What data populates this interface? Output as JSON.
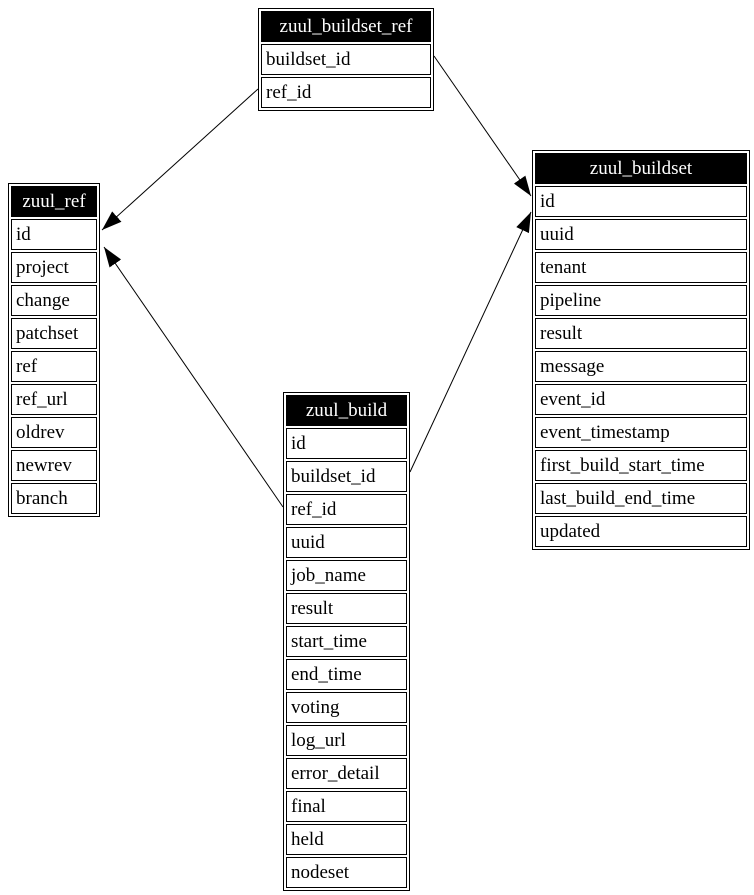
{
  "diagram": {
    "type": "entity-relationship",
    "background": "#ffffff",
    "colors": {
      "border": "#000000",
      "header_bg": "#000000",
      "header_text": "#ffffff",
      "row_bg": "#ffffff",
      "row_text": "#000000",
      "edge": "#000000"
    },
    "tables": [
      {
        "name": "zuul_buildset_ref",
        "columns": [
          "buildset_id",
          "ref_id"
        ]
      },
      {
        "name": "zuul_ref",
        "columns": [
          "id",
          "project",
          "change",
          "patchset",
          "ref",
          "ref_url",
          "oldrev",
          "newrev",
          "branch"
        ]
      },
      {
        "name": "zuul_buildset",
        "columns": [
          "id",
          "uuid",
          "tenant",
          "pipeline",
          "result",
          "message",
          "event_id",
          "event_timestamp",
          "first_build_start_time",
          "last_build_end_time",
          "updated"
        ]
      },
      {
        "name": "zuul_build",
        "columns": [
          "id",
          "buildset_id",
          "ref_id",
          "uuid",
          "job_name",
          "result",
          "start_time",
          "end_time",
          "voting",
          "log_url",
          "error_detail",
          "final",
          "held",
          "nodeset"
        ]
      }
    ],
    "relationships": [
      {
        "from": "zuul_buildset_ref.buildset_id",
        "to": "zuul_buildset.id"
      },
      {
        "from": "zuul_buildset_ref.ref_id",
        "to": "zuul_ref.id"
      },
      {
        "from": "zuul_build.buildset_id",
        "to": "zuul_buildset.id"
      },
      {
        "from": "zuul_build.ref_id",
        "to": "zuul_ref.id"
      }
    ]
  }
}
